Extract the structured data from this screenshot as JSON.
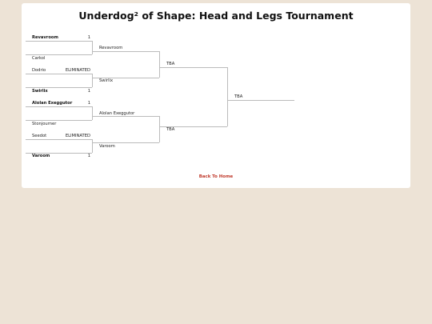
{
  "page": {
    "title": "Underdog² of Shape: Head and Legs Tournament"
  },
  "round1": [
    {
      "top": {
        "name": "Revavroom",
        "score": "1"
      },
      "bottom": {
        "name": "Carkol",
        "score": ""
      }
    },
    {
      "top": {
        "name": "Dodrio",
        "score": "ELIMINATED"
      },
      "bottom": {
        "name": "Swirlix",
        "score": "1"
      }
    },
    {
      "top": {
        "name": "Alolan Exeggutor",
        "score": "1"
      },
      "bottom": {
        "name": "Stonjourner",
        "score": ""
      }
    },
    {
      "top": {
        "name": "Seedot",
        "score": "ELIMINATED"
      },
      "bottom": {
        "name": "Varoom",
        "score": "1"
      }
    }
  ],
  "round2": [
    "Revavroom",
    "Swirlix",
    "Alolan Exeggutor",
    "Varoom"
  ],
  "round3": [
    "TBA",
    "TBA"
  ],
  "final": "TBA",
  "footer": {
    "back_label": "Back To Home"
  },
  "colors": {
    "page_bg": "#ede3d6",
    "card_bg": "#ffffff",
    "link": "#c0392b",
    "line": "#bbbbbb"
  }
}
